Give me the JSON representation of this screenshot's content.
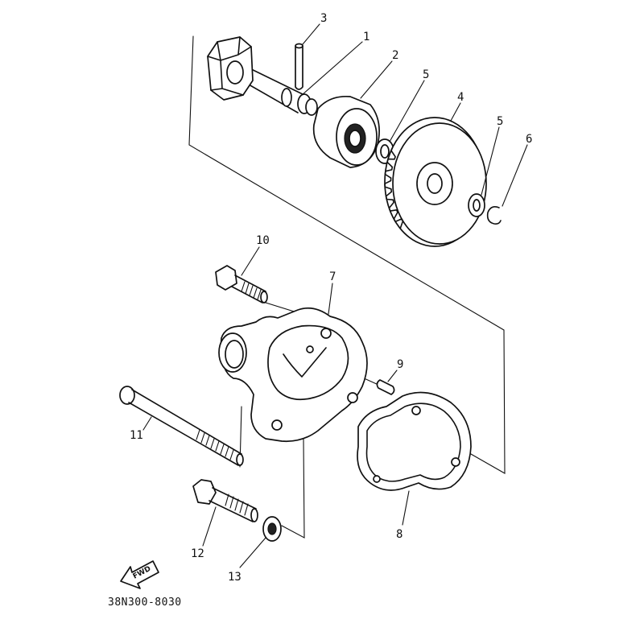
{
  "diagram": {
    "callouts": [
      "3",
      "1",
      "2",
      "5",
      "4",
      "5",
      "6",
      "10",
      "7",
      "9",
      "11",
      "8",
      "12",
      "13"
    ],
    "fwd_label": "FWD",
    "part_code": "38N300-8030"
  },
  "colors": {
    "line": "#111111",
    "background": "#ffffff"
  }
}
